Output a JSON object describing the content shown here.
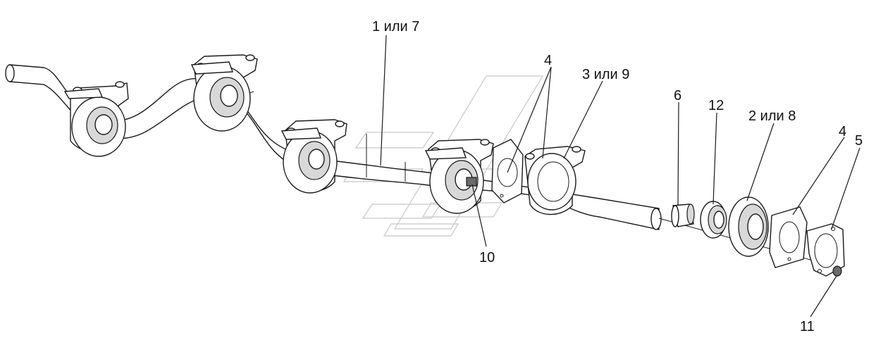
{
  "callouts": {
    "c1": "1 или 7",
    "c4a": "4",
    "c3": "3 или 9",
    "c6": "6",
    "c12": "12",
    "c2": "2 или 8",
    "c4b": "4",
    "c5": "5",
    "c10": "10",
    "c11": "11"
  }
}
